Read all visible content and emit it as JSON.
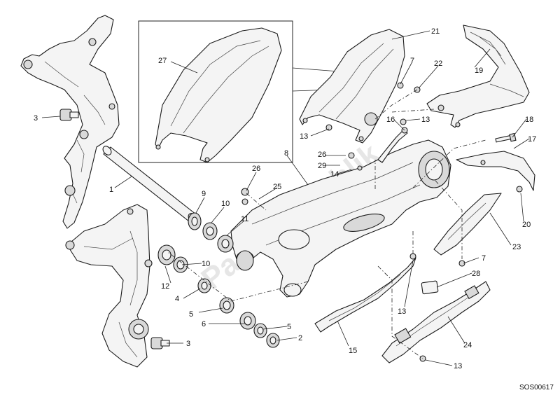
{
  "diagram": {
    "drawing_code": "SOS00617",
    "watermark": "Parts Republik",
    "callouts": [
      {
        "id": "c3a",
        "label": "3"
      },
      {
        "id": "c1",
        "label": "1"
      },
      {
        "id": "c27",
        "label": "27"
      },
      {
        "id": "c21",
        "label": "21"
      },
      {
        "id": "c7a",
        "label": "7"
      },
      {
        "id": "c22",
        "label": "22"
      },
      {
        "id": "c19",
        "label": "19"
      },
      {
        "id": "c16",
        "label": "16"
      },
      {
        "id": "c13a",
        "label": "13"
      },
      {
        "id": "c13b",
        "label": "13"
      },
      {
        "id": "c18",
        "label": "18"
      },
      {
        "id": "c17",
        "label": "17"
      },
      {
        "id": "c8",
        "label": "8"
      },
      {
        "id": "c26a",
        "label": "26"
      },
      {
        "id": "c29",
        "label": "29"
      },
      {
        "id": "c14",
        "label": "14"
      },
      {
        "id": "c26b",
        "label": "26"
      },
      {
        "id": "c25",
        "label": "25"
      },
      {
        "id": "c9",
        "label": "9"
      },
      {
        "id": "c10a",
        "label": "10"
      },
      {
        "id": "c11",
        "label": "11"
      },
      {
        "id": "c10b",
        "label": "10"
      },
      {
        "id": "c12",
        "label": "12"
      },
      {
        "id": "c4",
        "label": "4"
      },
      {
        "id": "c5a",
        "label": "5"
      },
      {
        "id": "c6",
        "label": "6"
      },
      {
        "id": "c5b",
        "label": "5"
      },
      {
        "id": "c2",
        "label": "2"
      },
      {
        "id": "c3b",
        "label": "3"
      },
      {
        "id": "c20",
        "label": "20"
      },
      {
        "id": "c23",
        "label": "23"
      },
      {
        "id": "c7b",
        "label": "7"
      },
      {
        "id": "c28",
        "label": "28"
      },
      {
        "id": "c13c",
        "label": "13"
      },
      {
        "id": "c15",
        "label": "15"
      },
      {
        "id": "c24",
        "label": "24"
      },
      {
        "id": "c13d",
        "label": "13"
      }
    ]
  }
}
